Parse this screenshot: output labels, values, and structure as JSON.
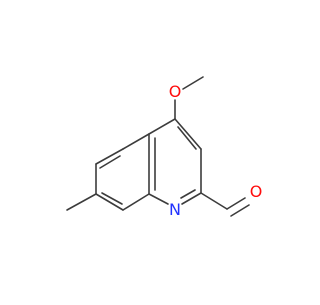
{
  "molecule": {
    "atoms": [
      {
        "id": "N1",
        "label": "N",
        "color": "#2233ff"
      },
      {
        "id": "O_methoxy",
        "label": "O",
        "color": "#ff0d0d"
      },
      {
        "id": "O_aldehyde",
        "label": "O",
        "color": "#ff0d0d"
      }
    ],
    "bond_color": "#3c3c3c"
  }
}
